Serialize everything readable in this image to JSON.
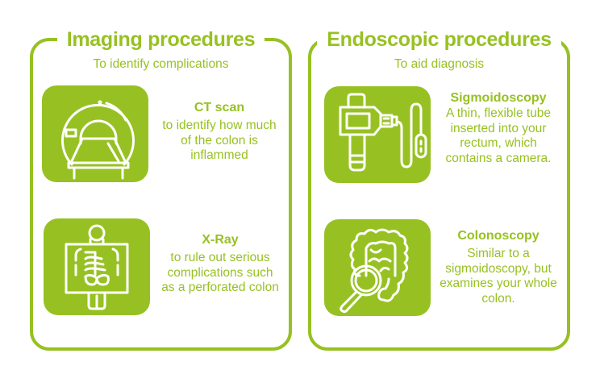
{
  "colors": {
    "accent": "#97c122",
    "background": "#ffffff",
    "icon_stroke": "#ffffff"
  },
  "panels": [
    {
      "title": "Imaging procedures",
      "subtitle": "To identify complications",
      "items": [
        {
          "icon": "ct-scanner-icon",
          "title": "CT scan",
          "description": "to identify how much of the colon is inflammed"
        },
        {
          "icon": "x-ray-icon",
          "title": "X-Ray",
          "description": "to rule out serious complications such as a perforated colon"
        }
      ]
    },
    {
      "title": "Endoscopic procedures",
      "subtitle": "To aid diagnosis",
      "items": [
        {
          "icon": "endoscope-icon",
          "title": "Sigmoidoscopy",
          "description": "A thin, flexible tube inserted into your rectum, which contains a camera."
        },
        {
          "icon": "colon-magnifier-icon",
          "title": "Colonoscopy",
          "description": "Similar to a sigmoidoscopy, but examines your whole colon."
        }
      ]
    }
  ]
}
